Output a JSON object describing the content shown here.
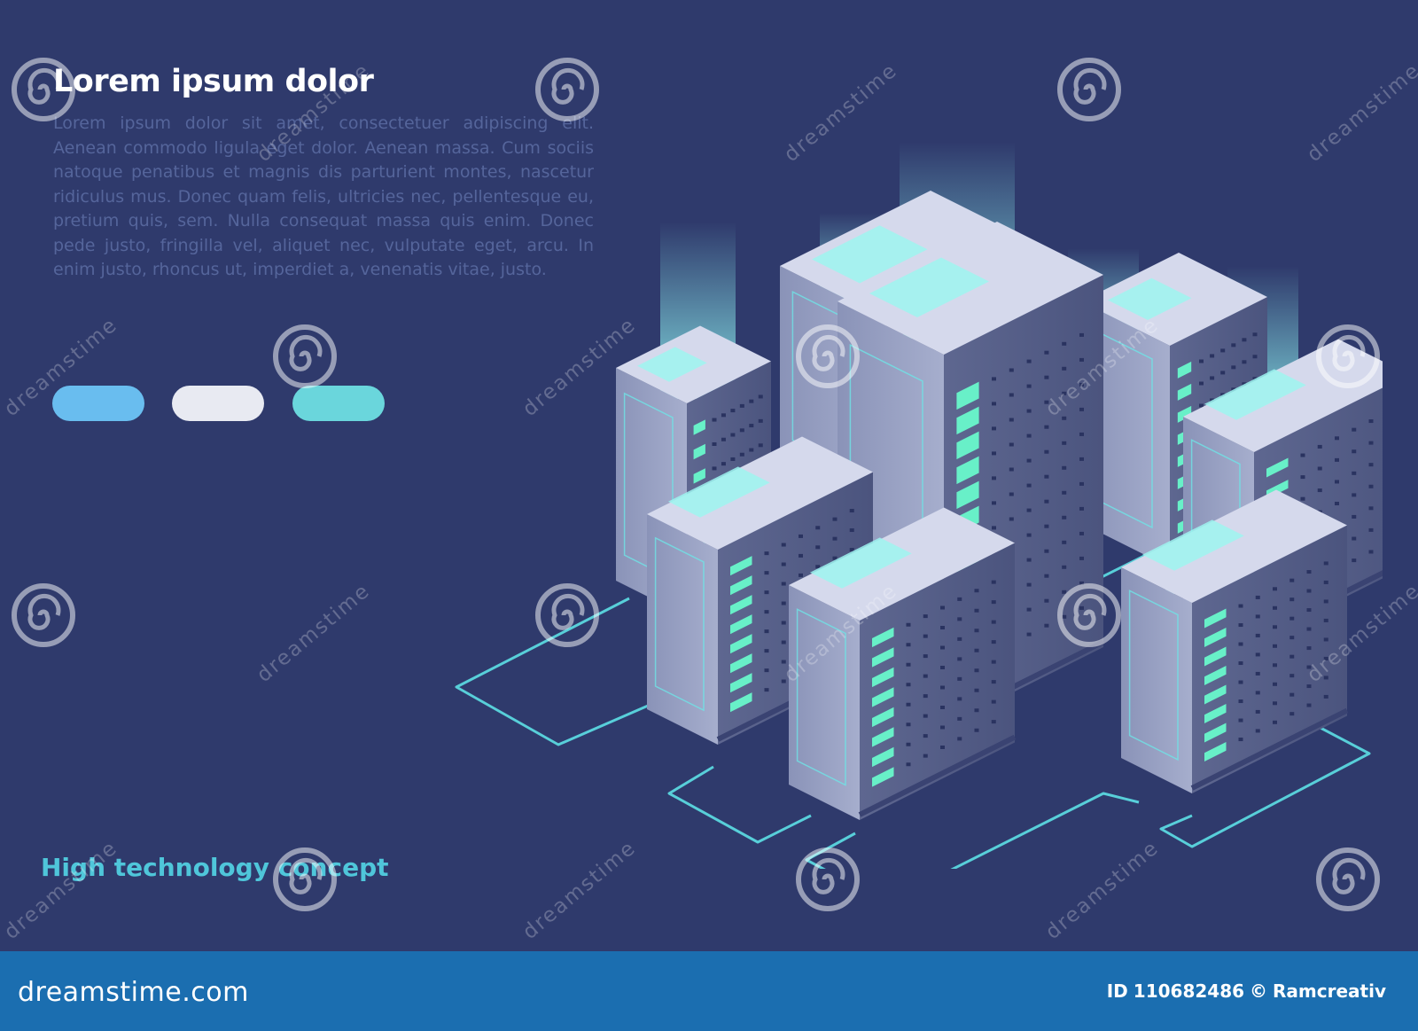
{
  "banner": {
    "heading": "Lorem ipsum dolor",
    "body": "Lorem ipsum dolor sit amet, consectetuer adipiscing elit. Aenean commodo ligula eget dolor. Aenean massa. Cum sociis natoque penatibus et magnis dis parturient montes, nascetur ridiculus mus. Donec quam felis, ultricies nec, pellentesque eu, pretium quis, sem. Nulla consequat massa quis enim. Donec pede justo, fringilla vel, aliquet nec, vulputate eget, arcu. In enim justo, rhoncus ut, imperdiet a, venenatis vitae, justo.",
    "tagline": "High technology concept",
    "pills": [
      {
        "color": "#69bdef"
      },
      {
        "color": "#e8eaf2"
      },
      {
        "color": "#6ad6dc"
      }
    ]
  },
  "watermark": {
    "site": "dreamstime.com",
    "id_label": "ID",
    "id_value": "110682486",
    "copyright": "©",
    "author": "Ramcreativ",
    "overlay_text": "dreamstime",
    "icon": "swirl-logo-icon"
  },
  "colors": {
    "background": "#2f3a6c",
    "glow": "#7ff0f0",
    "cable": "#5de0e6",
    "band": "#1b6eb0"
  }
}
